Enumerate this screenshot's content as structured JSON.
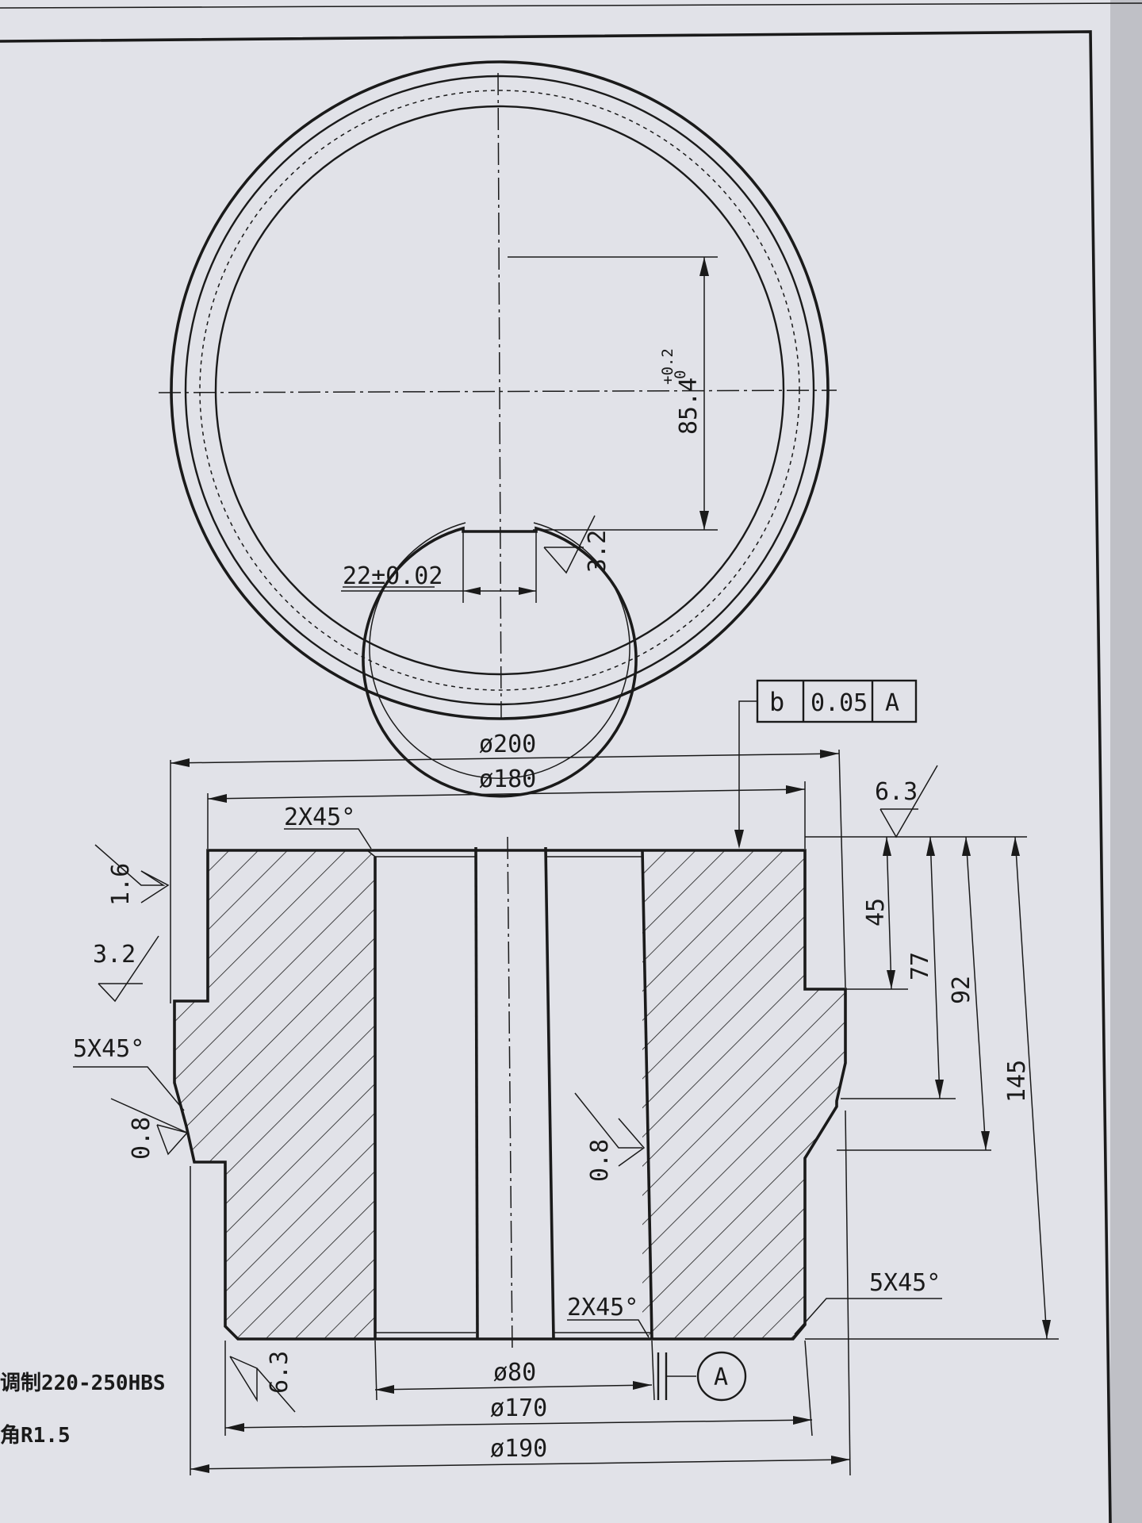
{
  "top_view": {
    "bore_dim": "85.4",
    "bore_tol_upper": "+0.2",
    "bore_tol_lower": "0",
    "keyway_width": "22±0.02",
    "keyway_roughness": "3.2"
  },
  "section_view": {
    "dia_outer_top": "ø200",
    "dia_step_top": "ø180",
    "dia_bore": "ø80",
    "dia_step_bottom": "ø170",
    "dia_outer_bottom": "ø190",
    "chamfer_top_bore": "2X45°",
    "chamfer_bottom_bore": "2X45°",
    "chamfer_left": "5X45°",
    "chamfer_right": "5X45°",
    "h_45": "45",
    "h_77": "77",
    "h_92": "92",
    "h_145": "145",
    "roughness_top": "6.3",
    "roughness_left_1": "1.6",
    "roughness_left_2": "3.2",
    "roughness_left_3": "0.8",
    "roughness_bore": "0.8",
    "roughness_bottom": "6.3",
    "gdt_symbol": "b",
    "gdt_tolerance": "0.05",
    "gdt_datum": "A",
    "datum_label": "A"
  },
  "notes": {
    "line1": "调制220-250HBS",
    "line2": "角R1.5"
  }
}
